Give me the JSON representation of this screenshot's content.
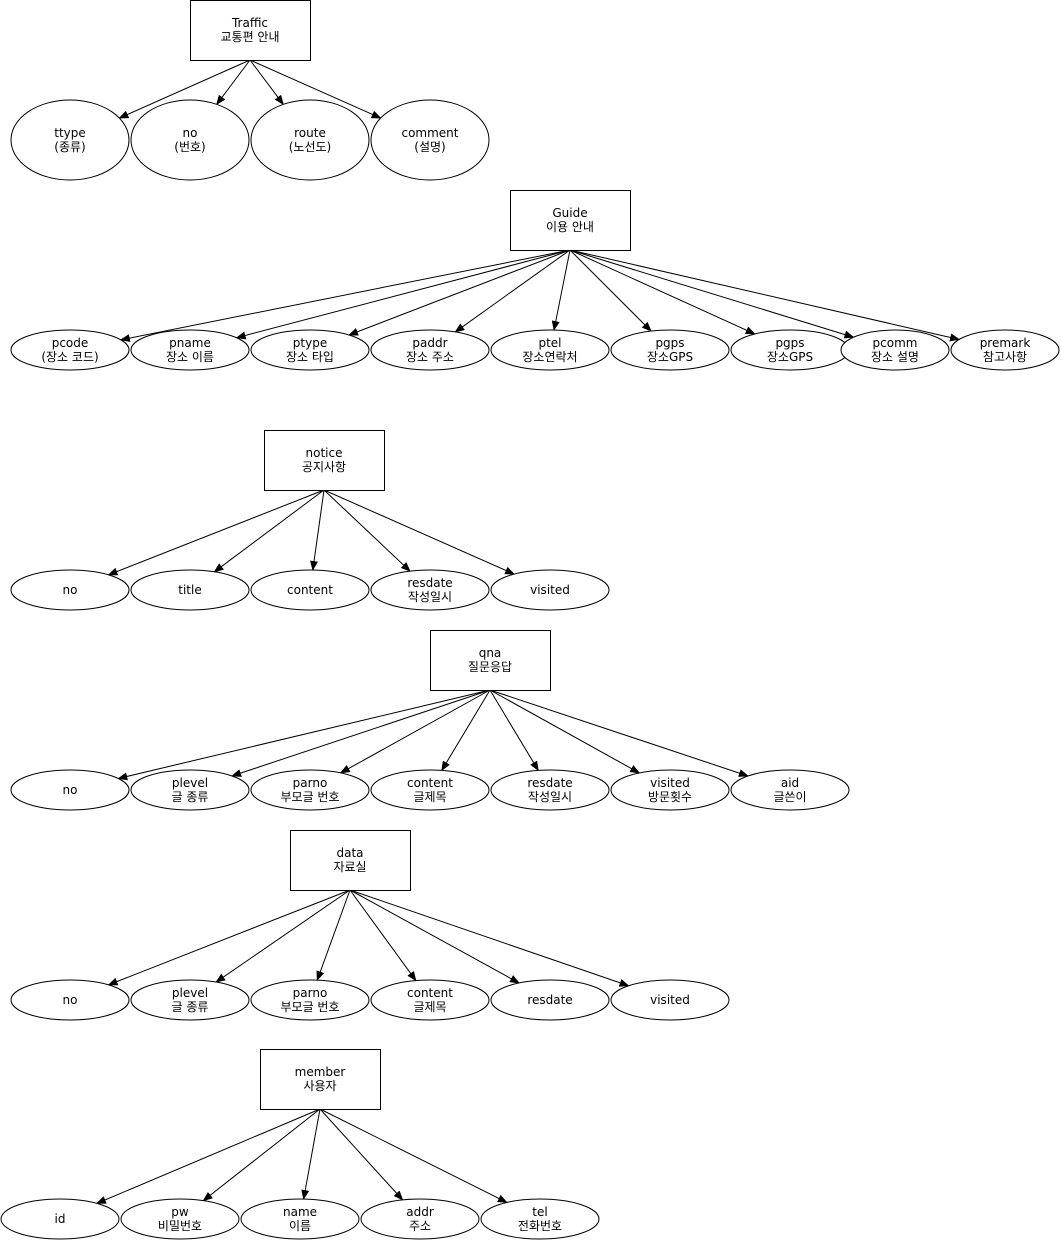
{
  "colors": {
    "stroke": "#000000",
    "fill": "#ffffff",
    "text": "#000000"
  },
  "diagrams": [
    {
      "entity": {
        "lines": [
          "Traffic",
          "교통편 안내"
        ]
      },
      "attributes": [
        {
          "lines": [
            "ttype",
            "(종류)"
          ]
        },
        {
          "lines": [
            "no",
            "(번호)"
          ]
        },
        {
          "lines": [
            "route",
            "(노선도)"
          ]
        },
        {
          "lines": [
            "comment",
            "(설명)"
          ]
        }
      ]
    },
    {
      "entity": {
        "lines": [
          "Guide",
          "이용 안내"
        ]
      },
      "attributes": [
        {
          "lines": [
            "pcode",
            "(장소 코드)"
          ]
        },
        {
          "lines": [
            "pname",
            "장소 이름"
          ]
        },
        {
          "lines": [
            "ptype",
            "장소 타입"
          ]
        },
        {
          "lines": [
            "paddr",
            "장소 주소"
          ]
        },
        {
          "lines": [
            "ptel",
            "장소연락처"
          ]
        },
        {
          "lines": [
            "pgps",
            "장소GPS"
          ]
        },
        {
          "lines": [
            "pgps",
            "장소GPS"
          ]
        },
        {
          "lines": [
            "pcomm",
            "장소 설명"
          ]
        },
        {
          "lines": [
            "premark",
            "참고사항"
          ]
        }
      ]
    },
    {
      "entity": {
        "lines": [
          "notice",
          "공지사항"
        ]
      },
      "attributes": [
        {
          "lines": [
            "no"
          ]
        },
        {
          "lines": [
            "title"
          ]
        },
        {
          "lines": [
            "content"
          ]
        },
        {
          "lines": [
            "resdate",
            "작성일시"
          ]
        },
        {
          "lines": [
            "visited"
          ]
        }
      ]
    },
    {
      "entity": {
        "lines": [
          "qna",
          "질문응답"
        ]
      },
      "attributes": [
        {
          "lines": [
            "no"
          ]
        },
        {
          "lines": [
            "plevel",
            "글 종류"
          ]
        },
        {
          "lines": [
            "parno",
            "부모글 번호"
          ]
        },
        {
          "lines": [
            "content",
            "글제목"
          ]
        },
        {
          "lines": [
            "resdate",
            "작성일시"
          ]
        },
        {
          "lines": [
            "visited",
            "방문횟수"
          ]
        },
        {
          "lines": [
            "aid",
            "글쓴이"
          ]
        }
      ]
    },
    {
      "entity": {
        "lines": [
          "data",
          "자료실"
        ]
      },
      "attributes": [
        {
          "lines": [
            "no"
          ]
        },
        {
          "lines": [
            "plevel",
            "글 종류"
          ]
        },
        {
          "lines": [
            "parno",
            "부모글 번호"
          ]
        },
        {
          "lines": [
            "content",
            "글제목"
          ]
        },
        {
          "lines": [
            "resdate"
          ]
        },
        {
          "lines": [
            "visited"
          ]
        }
      ]
    },
    {
      "entity": {
        "lines": [
          "member",
          "사용자"
        ]
      },
      "attributes": [
        {
          "lines": [
            "id"
          ]
        },
        {
          "lines": [
            "pw",
            "비밀번호"
          ]
        },
        {
          "lines": [
            "name",
            "이름"
          ]
        },
        {
          "lines": [
            "addr",
            "주소"
          ]
        },
        {
          "lines": [
            "tel",
            "전화번호"
          ]
        }
      ]
    }
  ]
}
